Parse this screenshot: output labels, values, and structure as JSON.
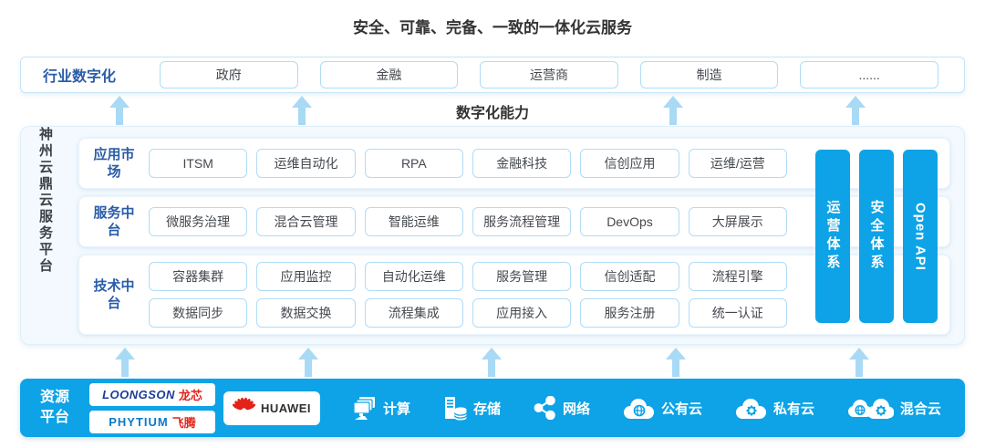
{
  "title": "安全、可靠、完备、一致的一体化云服务",
  "industry_row": {
    "label": "行业数字化",
    "items": [
      "政府",
      "金融",
      "运营商",
      "制造",
      "......"
    ]
  },
  "digital_capability_label": "数字化能力",
  "platform": {
    "side_label": "神州云鼎云服务平台",
    "rows": [
      {
        "label": "应用市场",
        "lines": [
          [
            "ITSM",
            "运维自动化",
            "RPA",
            "金融科技",
            "信创应用",
            "运维/运营"
          ]
        ]
      },
      {
        "label": "服务中台",
        "lines": [
          [
            "微服务治理",
            "混合云管理",
            "智能运维",
            "服务流程管理",
            "DevOps",
            "大屏展示"
          ]
        ]
      },
      {
        "label": "技术中台",
        "lines": [
          [
            "容器集群",
            "应用监控",
            "自动化运维",
            "服务管理",
            "信创适配",
            "流程引擎"
          ],
          [
            "数据同步",
            "数据交换",
            "流程集成",
            "应用接入",
            "服务注册",
            "统一认证"
          ]
        ]
      }
    ],
    "vertical_bars": [
      "运营体系",
      "安全体系",
      "Open API"
    ]
  },
  "resource_row": {
    "label": "资源平台",
    "vendors": [
      {
        "icon": "loongson-logo",
        "en": "LOONGSON",
        "cn": "龙芯"
      },
      {
        "icon": "phytium-logo",
        "en": "PHYTIUM",
        "cn": "飞腾"
      },
      {
        "icon": "huawei-logo",
        "name": "HUAWEI"
      }
    ],
    "items": [
      {
        "icon": "compute-icon",
        "label": "计算"
      },
      {
        "icon": "storage-icon",
        "label": "存储"
      },
      {
        "icon": "network-icon",
        "label": "网络"
      },
      {
        "icon": "public-cloud-icon",
        "label": "公有云"
      },
      {
        "icon": "private-cloud-icon",
        "label": "私有云"
      },
      {
        "icon": "hybrid-cloud-icon",
        "label": "混合云"
      }
    ]
  },
  "colors": {
    "accent_blue": "#0DA3E6",
    "arrow_light_blue": "#A8DAF5",
    "label_blue": "#2A5DA8",
    "box_border_blue": "#AFDCF6",
    "loongson_blue": "#1F3C97",
    "phytium_blue": "#0B7AC9",
    "logo_red": "#E2231A",
    "text_dark": "#45494E"
  }
}
